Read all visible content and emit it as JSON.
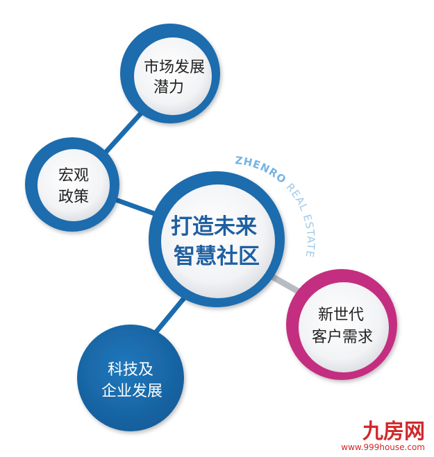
{
  "nodes": {
    "center": {
      "line1": "打造未来",
      "line2": "智慧社区"
    },
    "market": {
      "line1": "市场发展",
      "line2": "潜力"
    },
    "policy": {
      "line1": "宏观",
      "line2": "政策"
    },
    "tech": {
      "line1": "科技及",
      "line2": "企业发展"
    },
    "customers": {
      "line1": "新世代",
      "line2": "客户需求"
    }
  },
  "brand_arc": {
    "strong": "ZHENRO ",
    "rest": "REAL ESTATE"
  },
  "watermark": {
    "name": "九房网",
    "url": "www.999house.com"
  },
  "colors": {
    "blue": "#1a6cae",
    "magenta": "#c42d80",
    "connector": "#1a6cae",
    "center_text": "#1f5fa0"
  }
}
